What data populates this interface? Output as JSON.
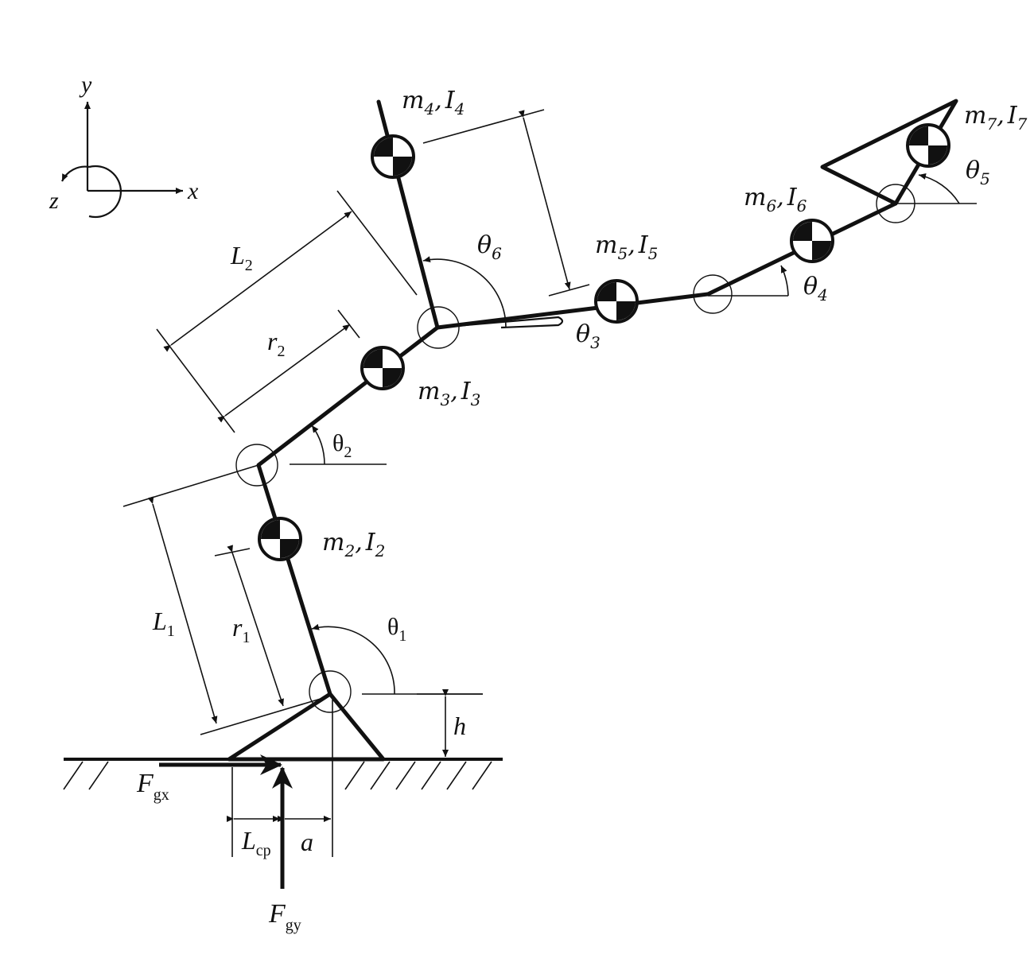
{
  "axes": {
    "x": "x",
    "y": "y",
    "z": "z"
  },
  "masses": {
    "m2": {
      "m": "m",
      "msub": "2",
      "I": "I",
      "Isub": "2"
    },
    "m3": {
      "m": "m",
      "msub": "3",
      "I": "I",
      "Isub": "3"
    },
    "m4": {
      "m": "m",
      "msub": "4",
      "I": "I",
      "Isub": "4"
    },
    "m5": {
      "m": "m",
      "msub": "5",
      "I": "I",
      "Isub": "5"
    },
    "m6": {
      "m": "m",
      "msub": "6",
      "I": "I",
      "Isub": "6"
    },
    "m7": {
      "m": "m",
      "msub": "7",
      "I": "I",
      "Isub": "7"
    }
  },
  "angles": {
    "t1": {
      "sym": "θ",
      "sub": "1"
    },
    "t2": {
      "sym": "θ",
      "sub": "2"
    },
    "t3": {
      "sym": "θ",
      "sub": "3"
    },
    "t4": {
      "sym": "θ",
      "sub": "4"
    },
    "t5": {
      "sym": "θ",
      "sub": "5"
    },
    "t6": {
      "sym": "θ",
      "sub": "6"
    }
  },
  "lengths": {
    "L1": {
      "sym": "L",
      "sub": "1"
    },
    "L2": {
      "sym": "L",
      "sub": "2"
    },
    "r1": {
      "sym": "r",
      "sub": "1"
    },
    "r2": {
      "sym": "r",
      "sub": "2"
    },
    "h": {
      "sym": "h"
    },
    "a": {
      "sym": "a"
    },
    "Lcp": {
      "sym": "L",
      "sub": "cp"
    }
  },
  "forces": {
    "Fgx": {
      "sym": "F",
      "sub": "gx"
    },
    "Fgy": {
      "sym": "F",
      "sub": "gy"
    }
  }
}
